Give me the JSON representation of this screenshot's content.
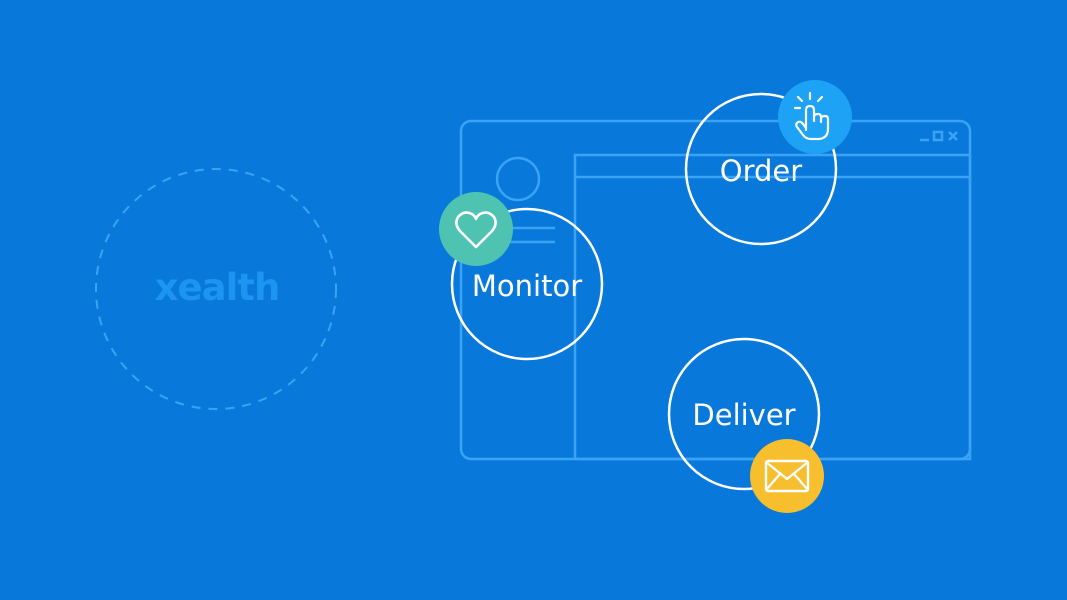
{
  "colors": {
    "background": "#0878DB",
    "window_outline": "#3BA3F3",
    "node_circle": "#ffffff",
    "monitor_badge": "#4FC3B2",
    "order_badge": "#1DA2F5",
    "deliver_badge": "#F7BE2D",
    "logo": "#1B95F0"
  },
  "logo": {
    "text": "xealth"
  },
  "nodes": {
    "order": {
      "label": "Order",
      "icon": "tap-icon"
    },
    "monitor": {
      "label": "Monitor",
      "icon": "heart-icon"
    },
    "deliver": {
      "label": "Deliver",
      "icon": "envelope-icon"
    }
  }
}
